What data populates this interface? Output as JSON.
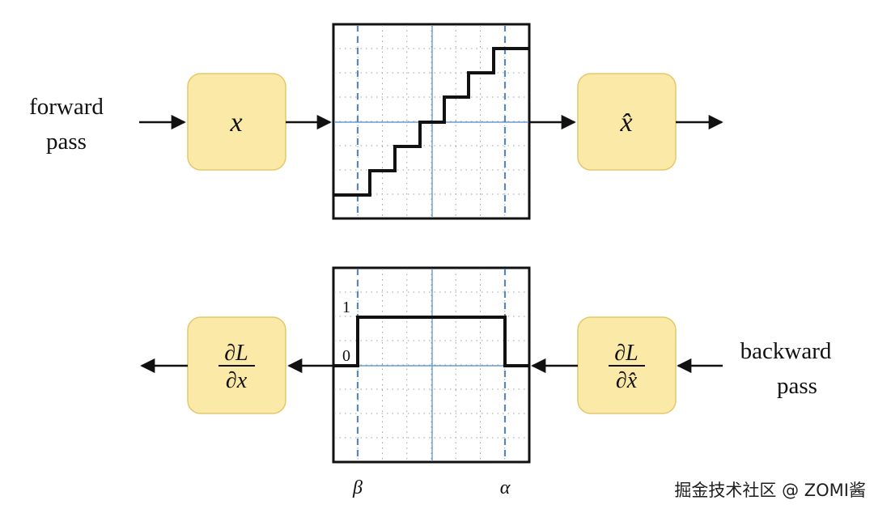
{
  "forward": {
    "label_line1": "forward",
    "label_line2": "pass",
    "input_symbol": "x",
    "output_symbol": "x̂"
  },
  "backward": {
    "label_line1": "backward",
    "label_line2": "pass",
    "input_num": "∂L",
    "input_den": "∂x̂",
    "output_num": "∂L",
    "output_den": "∂x"
  },
  "quantizer_plot": {
    "description_shape": "staircase",
    "steps": 7
  },
  "gradient_plot": {
    "tick_high": "1",
    "tick_low": "0"
  },
  "axis_labels": {
    "beta": "β",
    "alpha": "α"
  },
  "colors": {
    "box_fill": "#fbe9a8",
    "box_border": "#e3c86a",
    "grid_blue": "#6b9bd1",
    "dash_blue": "#5b86b8"
  },
  "watermark": "掘金技术社区 @ ZOMI酱"
}
